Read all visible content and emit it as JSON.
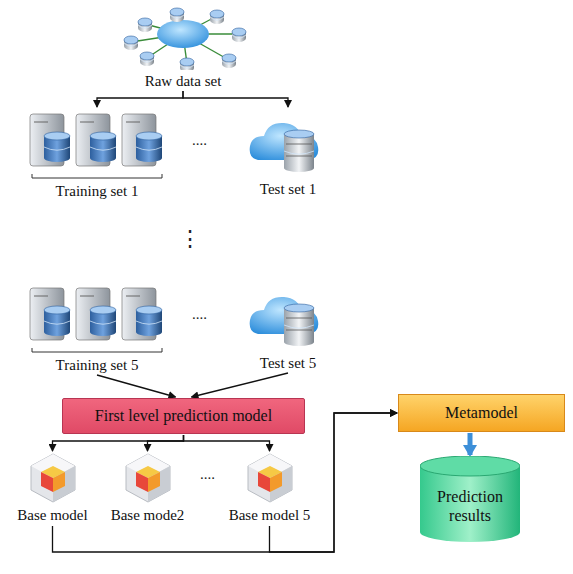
{
  "diagram": {
    "nodes": [
      {
        "text": [
          "Raw data set"
        ]
      },
      {
        "text": [
          "Training set 1"
        ]
      },
      {
        "text": [
          "Test set 1"
        ]
      },
      {
        "text": [
          "Training set 5"
        ]
      },
      {
        "text": [
          "Test set 5"
        ]
      },
      {
        "text": [
          "First level prediction model"
        ]
      },
      {
        "text": [
          "Base model"
        ]
      },
      {
        "text": [
          "Base mode2"
        ]
      },
      {
        "text": [
          "Base model 5"
        ]
      },
      {
        "text": [
          "Metamodel"
        ]
      },
      {
        "text": [
          "Prediction results"
        ]
      }
    ],
    "edges": [
      {
        "from": 0,
        "to": 1,
        "arrow": "to"
      },
      {
        "from": 0,
        "to": 2,
        "arrow": "to"
      },
      {
        "from": 3,
        "to": 5,
        "arrow": "to"
      },
      {
        "from": 4,
        "to": 5,
        "arrow": "to"
      },
      {
        "from": 5,
        "to": 6,
        "arrow": "to"
      },
      {
        "from": 5,
        "to": 7,
        "arrow": "to"
      },
      {
        "from": 5,
        "to": 8,
        "arrow": "to"
      },
      {
        "from": 6,
        "to": 9,
        "arrow": "to"
      },
      {
        "from": 8,
        "to": 9,
        "arrow": "to"
      },
      {
        "from": 9,
        "to": 10,
        "arrow": "to"
      }
    ],
    "labels": [
      "....",
      "⋮",
      "....",
      "...."
    ]
  }
}
